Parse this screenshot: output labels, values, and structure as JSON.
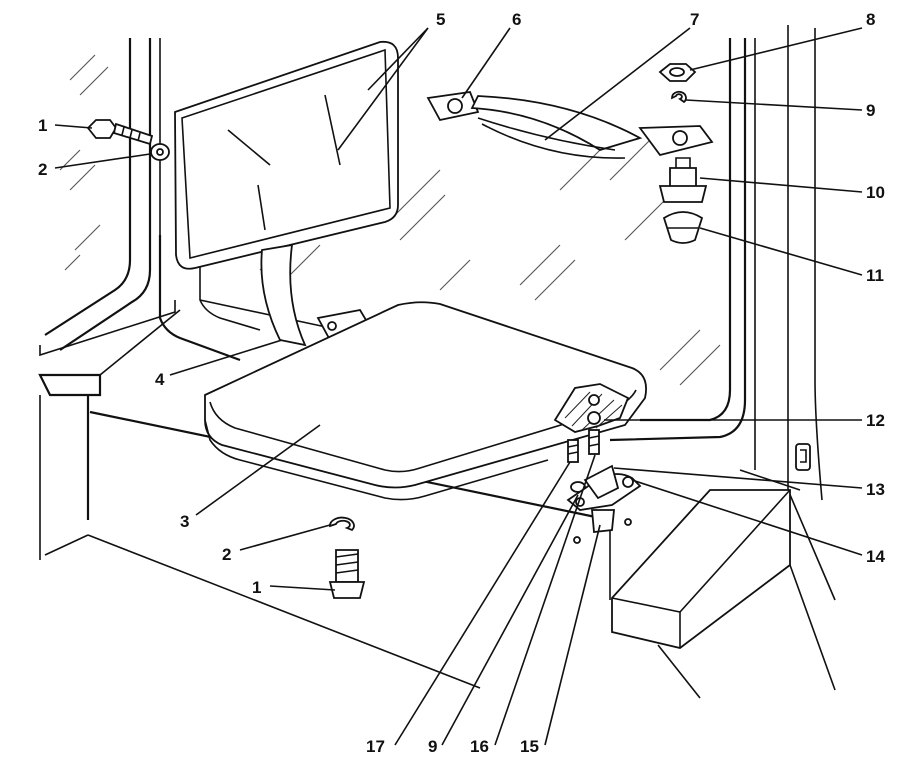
{
  "diagram": {
    "callouts": [
      "1",
      "2",
      "5",
      "6",
      "7",
      "8",
      "9",
      "10",
      "11",
      "4",
      "3",
      "2",
      "1",
      "12",
      "13",
      "14",
      "17",
      "9",
      "16",
      "15"
    ]
  }
}
